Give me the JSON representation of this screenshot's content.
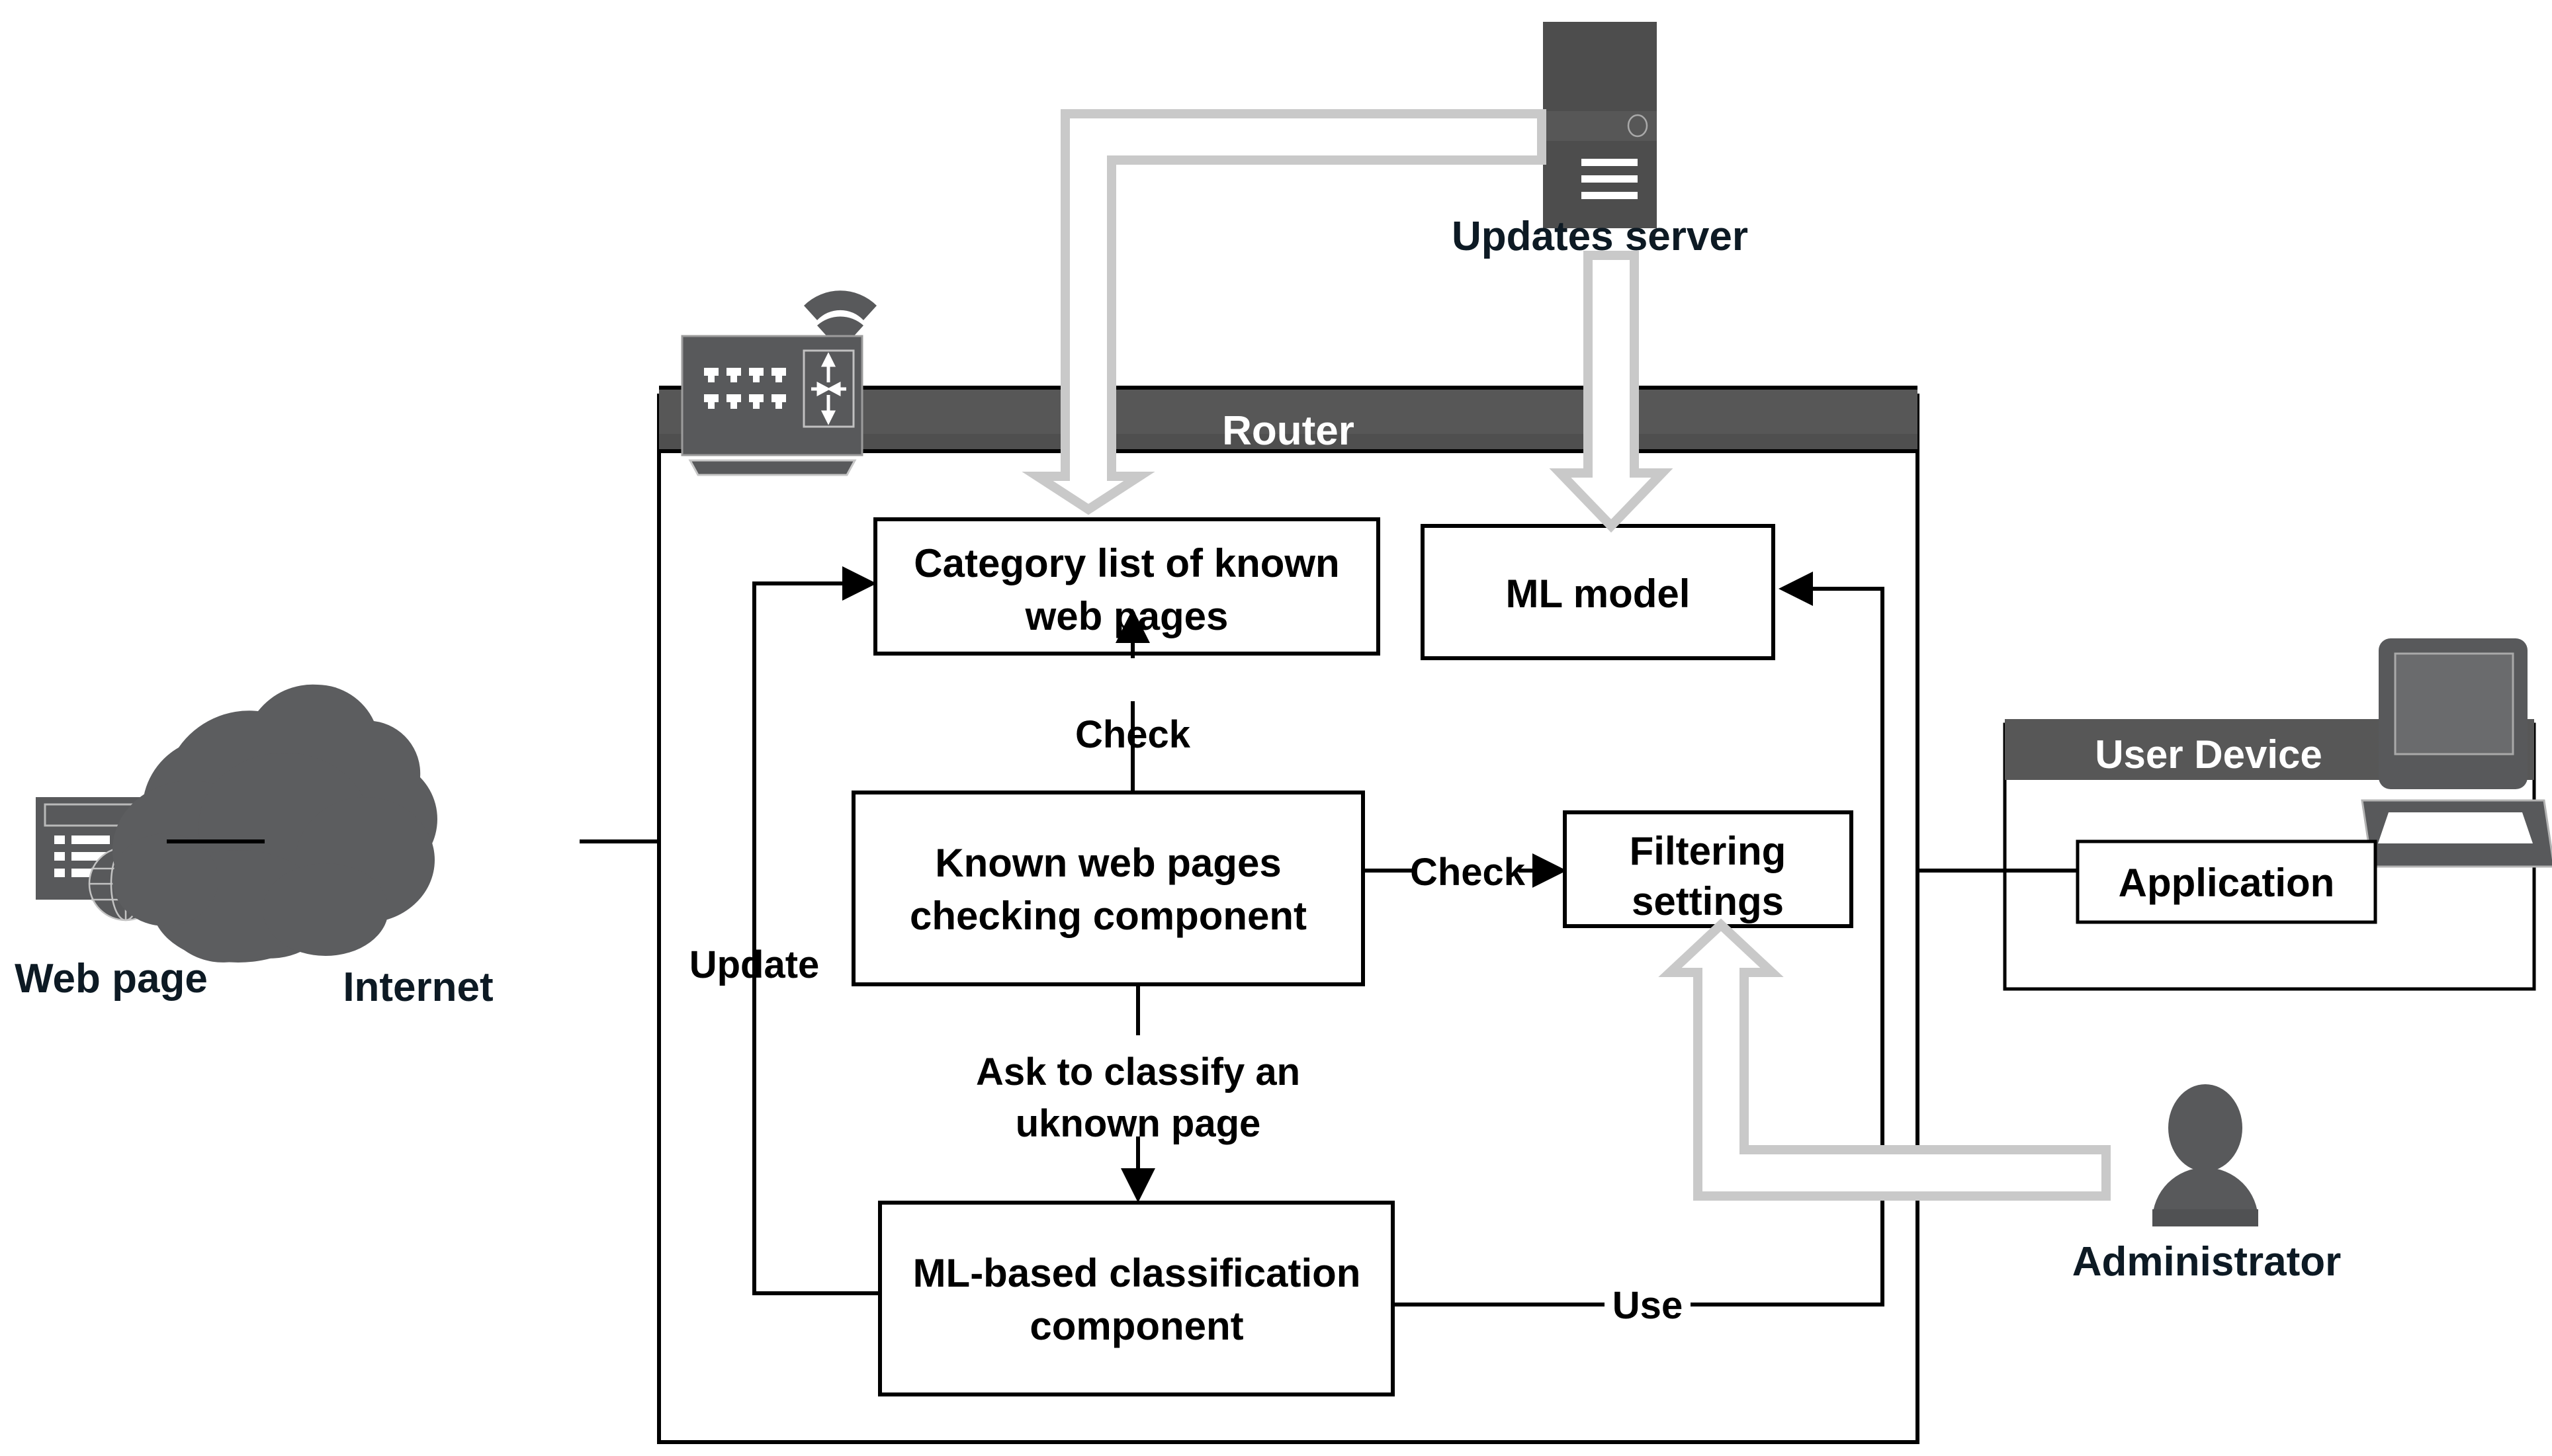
{
  "diagram": {
    "title": "Web page filtering architecture on a router",
    "colors": {
      "icon_gray": "#58595b",
      "icon_gray_light": "#6a6b6d",
      "header_bar": "#575757",
      "header_bar_shade": "#4f4f4f",
      "block_arrow_outline": "#c9c9c9",
      "block_arrow_fill": "#ffffff",
      "line_black": "#000000",
      "label_text": "#0d1a24",
      "box_text": "#000000",
      "header_text": "#ffffff"
    }
  },
  "external_nodes": [
    {
      "id": "web-page",
      "label": "Web page",
      "icon": "web-page-icon"
    },
    {
      "id": "internet",
      "label": "Internet",
      "icon": "cloud-icon"
    },
    {
      "id": "updates-server",
      "label": "Updates server",
      "icon": "server-icon"
    },
    {
      "id": "administrator",
      "label": "Administrator",
      "icon": "user-icon"
    }
  ],
  "router": {
    "header_title": "Router",
    "icon": "router-icon",
    "wifi_icon": "wifi-icon",
    "components": [
      {
        "id": "category-list",
        "label_lines": [
          "Category list of known",
          "web pages"
        ]
      },
      {
        "id": "ml-model",
        "label_lines": [
          "ML model"
        ]
      },
      {
        "id": "known-checking",
        "label_lines": [
          "Known web pages",
          "checking component"
        ]
      },
      {
        "id": "filtering-settings",
        "label_lines": [
          "Filtering",
          "settings"
        ]
      },
      {
        "id": "ml-classification",
        "label_lines": [
          "ML-based classification",
          "component"
        ]
      }
    ]
  },
  "user_device": {
    "header_title": "User Device",
    "icon": "laptop-icon",
    "components": [
      {
        "id": "application",
        "label": "Application"
      }
    ]
  },
  "edge_labels": [
    {
      "id": "check-category",
      "text": "Check"
    },
    {
      "id": "check-filtering",
      "text": "Check"
    },
    {
      "id": "update",
      "text": "Update"
    },
    {
      "id": "ask-classify",
      "lines": [
        "Ask to classify an",
        "uknown page"
      ]
    },
    {
      "id": "use",
      "text": "Use"
    }
  ]
}
